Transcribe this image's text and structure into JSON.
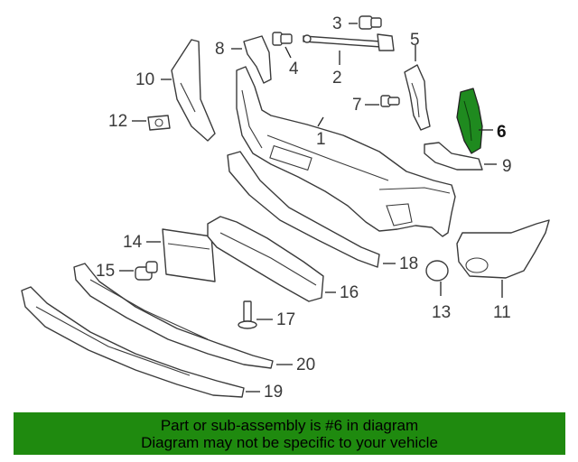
{
  "diagram": {
    "highlight_color": "#1f8a1f",
    "highlighted_part": "6",
    "callouts": [
      {
        "id": "p1",
        "label": "1"
      },
      {
        "id": "p2",
        "label": "2"
      },
      {
        "id": "p3",
        "label": "3"
      },
      {
        "id": "p4",
        "label": "4"
      },
      {
        "id": "p5",
        "label": "5"
      },
      {
        "id": "p6",
        "label": "6"
      },
      {
        "id": "p7",
        "label": "7"
      },
      {
        "id": "p8",
        "label": "8"
      },
      {
        "id": "p9",
        "label": "9"
      },
      {
        "id": "p10",
        "label": "10"
      },
      {
        "id": "p11",
        "label": "11"
      },
      {
        "id": "p12",
        "label": "12"
      },
      {
        "id": "p13",
        "label": "13"
      },
      {
        "id": "p14",
        "label": "14"
      },
      {
        "id": "p15",
        "label": "15"
      },
      {
        "id": "p16",
        "label": "16"
      },
      {
        "id": "p17",
        "label": "17"
      },
      {
        "id": "p18",
        "label": "18"
      },
      {
        "id": "p19",
        "label": "19"
      },
      {
        "id": "p20",
        "label": "20"
      }
    ]
  },
  "footer": {
    "background": "#1f8a0f",
    "line1": "Part or sub-assembly is #6 in diagram",
    "line2": "Diagram may not be specific to your vehicle"
  }
}
